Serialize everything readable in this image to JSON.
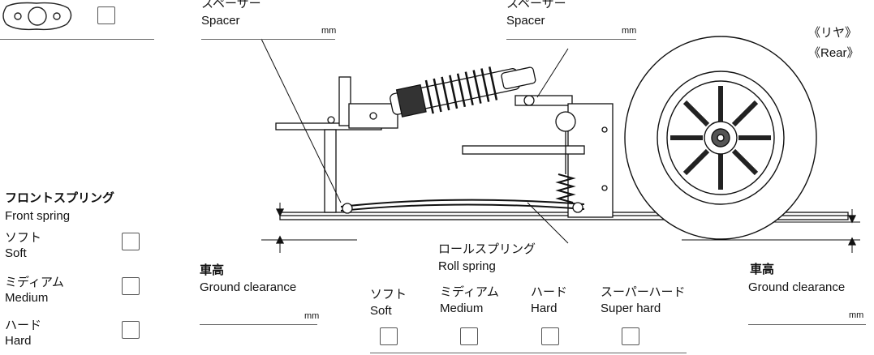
{
  "spacer_front": {
    "jp": "スペーサー",
    "en": "Spacer",
    "unit": "mm"
  },
  "spacer_rear": {
    "jp": "スペーサー",
    "en": "Spacer",
    "unit": "mm"
  },
  "rear_label": {
    "jp": "《リヤ》",
    "en": "《Rear》"
  },
  "front_spring": {
    "title_jp": "フロントスプリング",
    "title_en": "Front spring",
    "options": [
      {
        "jp": "ソフト",
        "en": "Soft"
      },
      {
        "jp": "ミディアム",
        "en": "Medium"
      },
      {
        "jp": "ハード",
        "en": "Hard"
      }
    ]
  },
  "ground_clearance_front": {
    "jp": "車高",
    "en": "Ground clearance",
    "unit": "mm"
  },
  "ground_clearance_rear": {
    "jp": "車高",
    "en": "Ground clearance",
    "unit": "mm"
  },
  "roll_spring": {
    "title_jp": "ロールスプリング",
    "title_en": "Roll spring",
    "options": [
      {
        "jp": "ソフト",
        "en": "Soft"
      },
      {
        "jp": "ミディアム",
        "en": "Medium"
      },
      {
        "jp": "ハード",
        "en": "Hard"
      },
      {
        "jp": "スーパーハード",
        "en": "Super hard"
      }
    ]
  }
}
